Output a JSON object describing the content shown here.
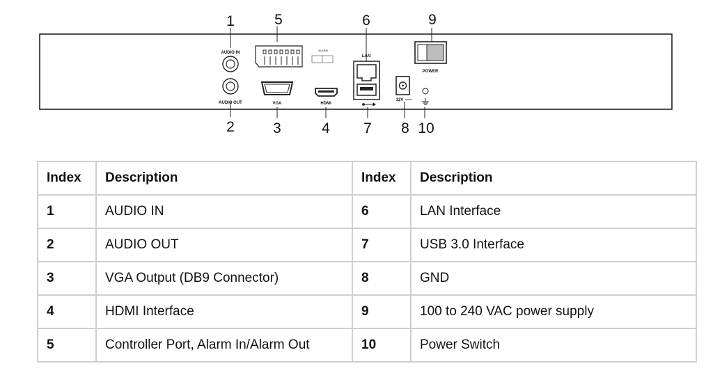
{
  "diagram": {
    "callouts": [
      "1",
      "2",
      "3",
      "4",
      "5",
      "6",
      "7",
      "8",
      "9",
      "10"
    ],
    "panel_labels": {
      "audio_in": "AUDIO IN",
      "audio_out": "AUDIO OUT",
      "vga": "VGA",
      "hdmi": "HDMI",
      "alarm": "ALARM",
      "lan": "LAN",
      "power": "POWER",
      "dc": "12V"
    }
  },
  "table": {
    "header": {
      "index": "Index",
      "description": "Description"
    },
    "rows": [
      {
        "left_index": "1",
        "left_desc": "AUDIO IN",
        "right_index": "6",
        "right_desc": "LAN Interface"
      },
      {
        "left_index": "2",
        "left_desc": "AUDIO OUT",
        "right_index": "7",
        "right_desc": "USB 3.0 Interface"
      },
      {
        "left_index": "3",
        "left_desc": "VGA Output (DB9 Connector)",
        "right_index": "8",
        "right_desc": "GND"
      },
      {
        "left_index": "4",
        "left_desc": "HDMI Interface",
        "right_index": "9",
        "right_desc": "100 to 240 VAC power supply"
      },
      {
        "left_index": "5",
        "left_desc": "Controller Port, Alarm In/Alarm Out",
        "right_index": "10",
        "right_desc": "Power Switch"
      }
    ]
  }
}
